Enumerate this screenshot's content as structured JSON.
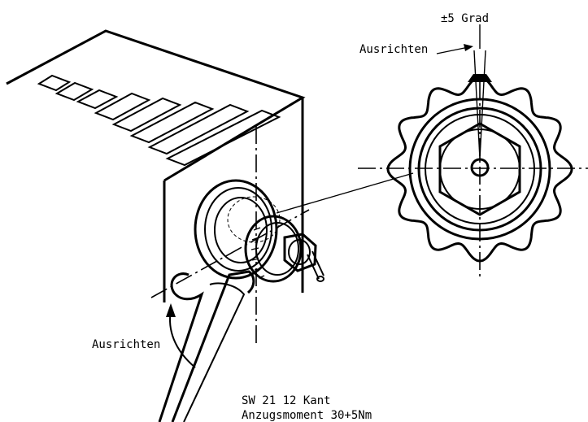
{
  "labels": {
    "tolerance": "±5 Grad",
    "align_top": "Ausrichten",
    "align_left": "Ausrichten",
    "wrench_size": "SW 21 12 Kant",
    "torque": "Anzugsmoment 30+5Nm"
  },
  "knob": {
    "lobes": 12
  }
}
